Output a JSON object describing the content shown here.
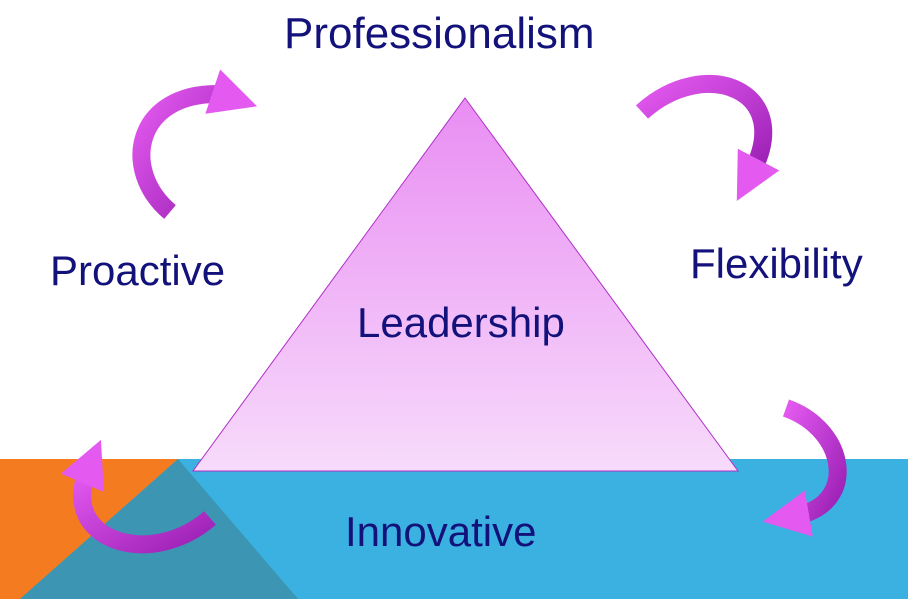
{
  "diagram": {
    "center_label": "Leadership",
    "nodes": {
      "top": "Professionalism",
      "left": "Proactive",
      "right": "Flexibility",
      "bottom": "Innovative"
    },
    "colors": {
      "text": "#12127a",
      "triangle_top": "#e98df3",
      "triangle_bottom": "#f7dbfb",
      "triangle_stroke": "#b030c8",
      "arrow_light": "#e45af0",
      "arrow_dark": "#9a1fb4",
      "band_blue": "#3ab1e0",
      "band_orange": "#f47b20",
      "band_overlap": "#3c95b3"
    },
    "icons": [
      "curved-arrow-icon",
      "curved-arrow-icon",
      "curved-arrow-icon",
      "curved-arrow-icon"
    ]
  }
}
